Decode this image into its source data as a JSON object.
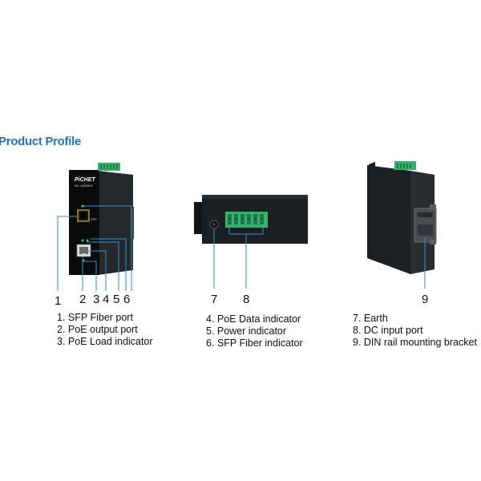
{
  "title": "Product Profile",
  "device": {
    "brand": "PiCHET",
    "model": "NC-1WR800",
    "port_label": "SFP"
  },
  "callouts": [
    "1",
    "2",
    "3",
    "4",
    "5",
    "6",
    "7",
    "8",
    "9"
  ],
  "legend": {
    "col1": [
      "1. SFP Fiber port",
      "2. PoE output port",
      "3. PoE Load indicator"
    ],
    "col2": [
      "4. PoE Data indicator",
      "5. Power indicator",
      "6. SFP Fiber indicator"
    ],
    "col3": [
      "7. Earth",
      "8. DC input port",
      "9. DIN rail mounting bracket"
    ]
  },
  "colors": {
    "title": "#1f73c4",
    "body": "#1c1f21",
    "face": "#0b0b0b",
    "terminal": "#35b36c",
    "led": "#2ecc71",
    "port_gold": "#c9a23a"
  }
}
